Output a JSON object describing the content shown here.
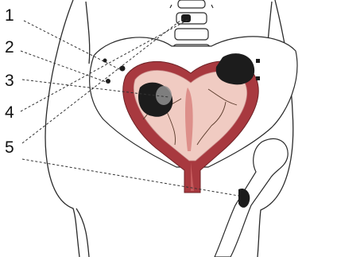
{
  "callouts": [
    {
      "number": "1",
      "target": "paraaortic-lymph-node-metastasis"
    },
    {
      "number": "2",
      "target": "pelvic-lymph-node-metastasis"
    },
    {
      "number": "3",
      "target": "pelvic-sidewall-tumor"
    },
    {
      "number": "4",
      "target": "vertebral-bone-metastasis"
    },
    {
      "number": "5",
      "target": "femoral-bone-metastasis"
    }
  ],
  "colors": {
    "outline": "#2a2a2a",
    "tumor": "#1c1c1c",
    "tumor_highlight": "#8f8f8f",
    "uterus_outer": "#a8393f",
    "uterus_inner": "#f0cbc2",
    "endometrium": "#dd8f8a",
    "vessels": "#5a3a2a",
    "leader_lines": "#333333"
  },
  "icons": [
    "skeleton-pelvis-diagram",
    "uterus-icon",
    "tumor-mass-icon"
  ]
}
